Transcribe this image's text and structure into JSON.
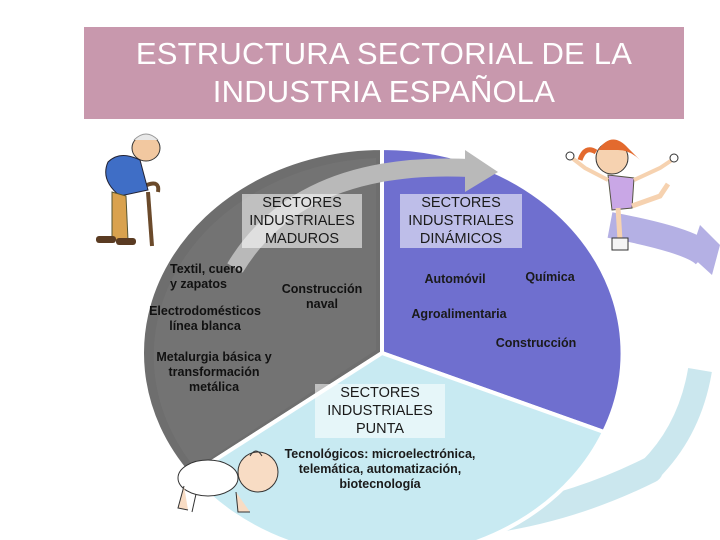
{
  "title": "ESTRUCTURA SECTORIAL DE LA\nINDUSTRIA ESPAÑOLA",
  "sectors": {
    "maduros": {
      "title": "SECTORES\nINDUSTRIALES\nMADUROS",
      "items": [
        "Textil, cuero\ny zapatos",
        "Construcción\nnaval",
        "Electrodomésticos\nlínea blanca",
        "Metalurgia básica y\ntransformación\nmetálica"
      ],
      "color": "#6e6e6e"
    },
    "dinamicos": {
      "title": "SECTORES\nINDUSTRIALES\nDINÁMICOS",
      "items": [
        "Automóvil",
        "Química",
        "Agroalimentaria",
        "Construcción"
      ],
      "color": "#6f6fcf"
    },
    "punta": {
      "title": "SECTORES\nINDUSTRIALES\nPUNTA",
      "items": [
        "Tecnológicos: microelectrónica,\ntelemática, automatización,\nbiotecnología"
      ],
      "color": "#c8eaf2"
    }
  },
  "figures": [
    "elderly-man",
    "skater-girl",
    "crawling-baby"
  ]
}
